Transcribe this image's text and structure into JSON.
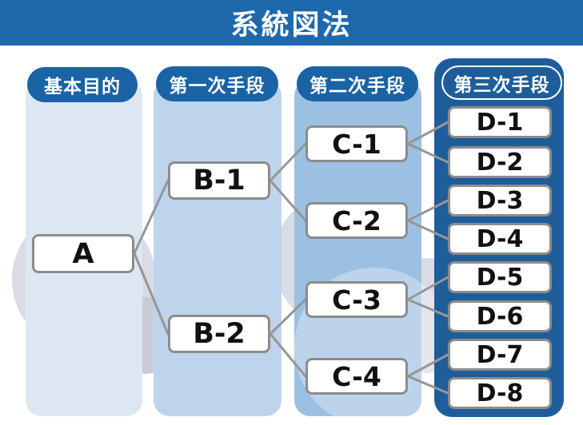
{
  "title": "系統図法",
  "columns": [
    {
      "id": "basic-goal",
      "header": "基本目的"
    },
    {
      "id": "primary-means",
      "header": "第一次手段"
    },
    {
      "id": "secondary-means",
      "header": "第二次手段"
    },
    {
      "id": "tertiary-means",
      "header": "第三次手段"
    }
  ],
  "nodes": {
    "a": "A",
    "b": [
      "B-1",
      "B-2"
    ],
    "c": [
      "C-1",
      "C-2",
      "C-3",
      "C-4"
    ],
    "d": [
      "D-1",
      "D-2",
      "D-3",
      "D-4",
      "D-5",
      "D-6",
      "D-7",
      "D-8"
    ]
  },
  "edges": [
    {
      "from": "A",
      "to": [
        "B-1",
        "B-2"
      ]
    },
    {
      "from": "B-1",
      "to": [
        "C-1",
        "C-2"
      ]
    },
    {
      "from": "B-2",
      "to": [
        "C-3",
        "C-4"
      ]
    },
    {
      "from": "C-1",
      "to": [
        "D-1",
        "D-2"
      ]
    },
    {
      "from": "C-2",
      "to": [
        "D-3",
        "D-4"
      ]
    },
    {
      "from": "C-3",
      "to": [
        "D-5",
        "D-6"
      ]
    },
    {
      "from": "C-4",
      "to": [
        "D-7",
        "D-8"
      ]
    }
  ],
  "colors": {
    "title_bar": "#1d69ac",
    "header_pill": "#1a63a5",
    "column_1": "#dde7f2",
    "column_2": "#bed4ec",
    "column_3": "#9cc0e2",
    "column_4": "#1e5d9a",
    "node_border": "#8c8c8c",
    "connector": "#969696"
  }
}
